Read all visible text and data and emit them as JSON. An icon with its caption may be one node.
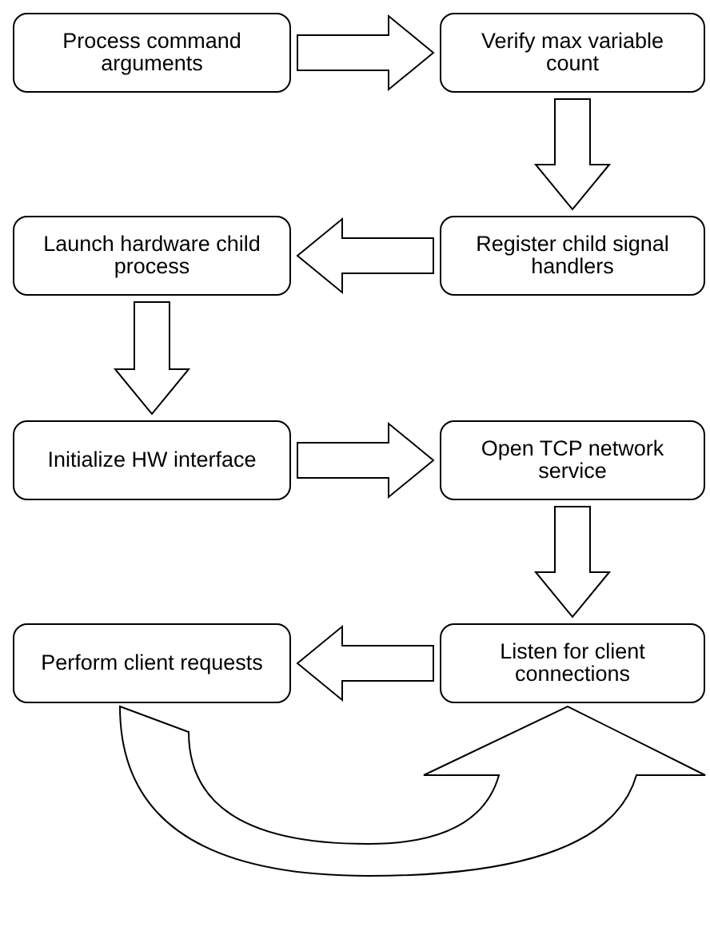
{
  "diagram": {
    "nodes": [
      {
        "text": [
          "Process command arguments"
        ]
      },
      {
        "text": [
          "Verify max variable count"
        ]
      },
      {
        "text": [
          "Launch hardware child process"
        ]
      },
      {
        "text": [
          "Register child signal handlers"
        ]
      },
      {
        "text": [
          "Initialize HW interface"
        ]
      },
      {
        "text": [
          "Open TCP network service"
        ]
      },
      {
        "text": [
          "Perform client requests"
        ]
      },
      {
        "text": [
          "Listen for client connections"
        ]
      }
    ],
    "edges": [
      {
        "from": 0,
        "to": 1,
        "arrow": "to"
      },
      {
        "from": 1,
        "to": 3,
        "arrow": "to"
      },
      {
        "from": 3,
        "to": 2,
        "arrow": "to"
      },
      {
        "from": 2,
        "to": 4,
        "arrow": "to"
      },
      {
        "from": 4,
        "to": 5,
        "arrow": "to"
      },
      {
        "from": 5,
        "to": 7,
        "arrow": "to"
      },
      {
        "from": 7,
        "to": 6,
        "arrow": "to"
      },
      {
        "from": 6,
        "to": 7,
        "arrow": "to"
      }
    ]
  }
}
